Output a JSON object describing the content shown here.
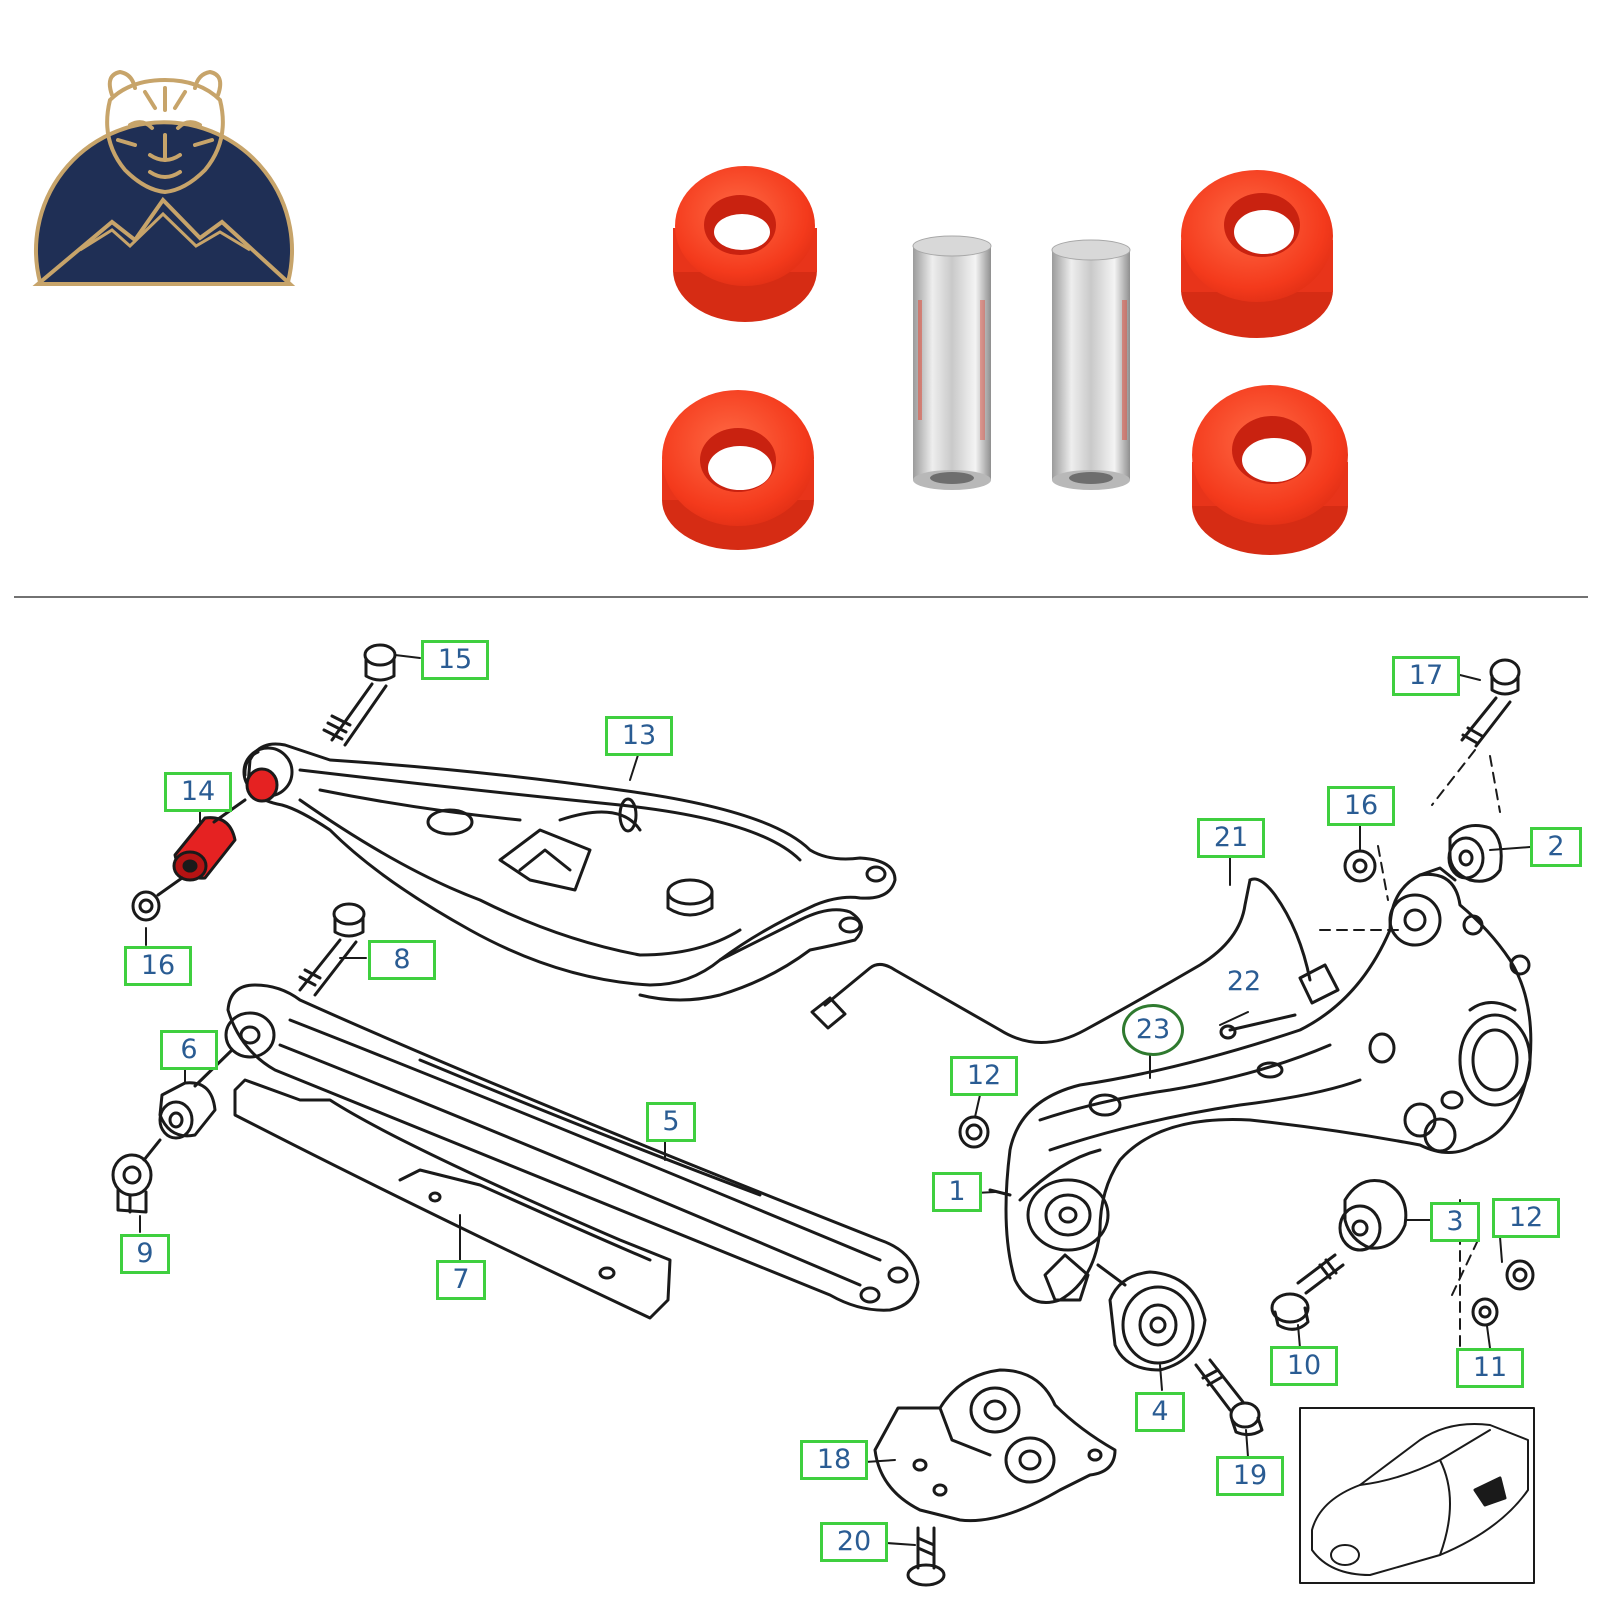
{
  "brand": {
    "logo_icon": "tiger-mountain-logo-icon",
    "logo_bg": "#1f2f55",
    "logo_gold": "#c7a46a"
  },
  "colors": {
    "bushing": "#f5391d",
    "callout_border": "#3fcf3f",
    "callout_text": "#2a5c93",
    "highlight": "#e52222"
  },
  "product_photo": {
    "items": [
      "bushing",
      "bushing",
      "bushing",
      "bushing",
      "sleeve",
      "sleeve"
    ]
  },
  "diagram": {
    "callouts": [
      {
        "id": "15",
        "label": "15"
      },
      {
        "id": "13",
        "label": "13"
      },
      {
        "id": "14",
        "label": "14"
      },
      {
        "id": "16a",
        "label": "16"
      },
      {
        "id": "8",
        "label": "8"
      },
      {
        "id": "6",
        "label": "6"
      },
      {
        "id": "9",
        "label": "9"
      },
      {
        "id": "5",
        "label": "5"
      },
      {
        "id": "7",
        "label": "7"
      },
      {
        "id": "17",
        "label": "17"
      },
      {
        "id": "16b",
        "label": "16"
      },
      {
        "id": "2",
        "label": "2"
      },
      {
        "id": "21",
        "label": "21"
      },
      {
        "id": "22",
        "label": "22"
      },
      {
        "id": "23",
        "label": "23"
      },
      {
        "id": "12a",
        "label": "12"
      },
      {
        "id": "1",
        "label": "1"
      },
      {
        "id": "3",
        "label": "3"
      },
      {
        "id": "12b",
        "label": "12"
      },
      {
        "id": "10",
        "label": "10"
      },
      {
        "id": "11",
        "label": "11"
      },
      {
        "id": "4",
        "label": "4"
      },
      {
        "id": "18",
        "label": "18"
      },
      {
        "id": "19",
        "label": "19"
      },
      {
        "id": "20",
        "label": "20"
      }
    ]
  }
}
